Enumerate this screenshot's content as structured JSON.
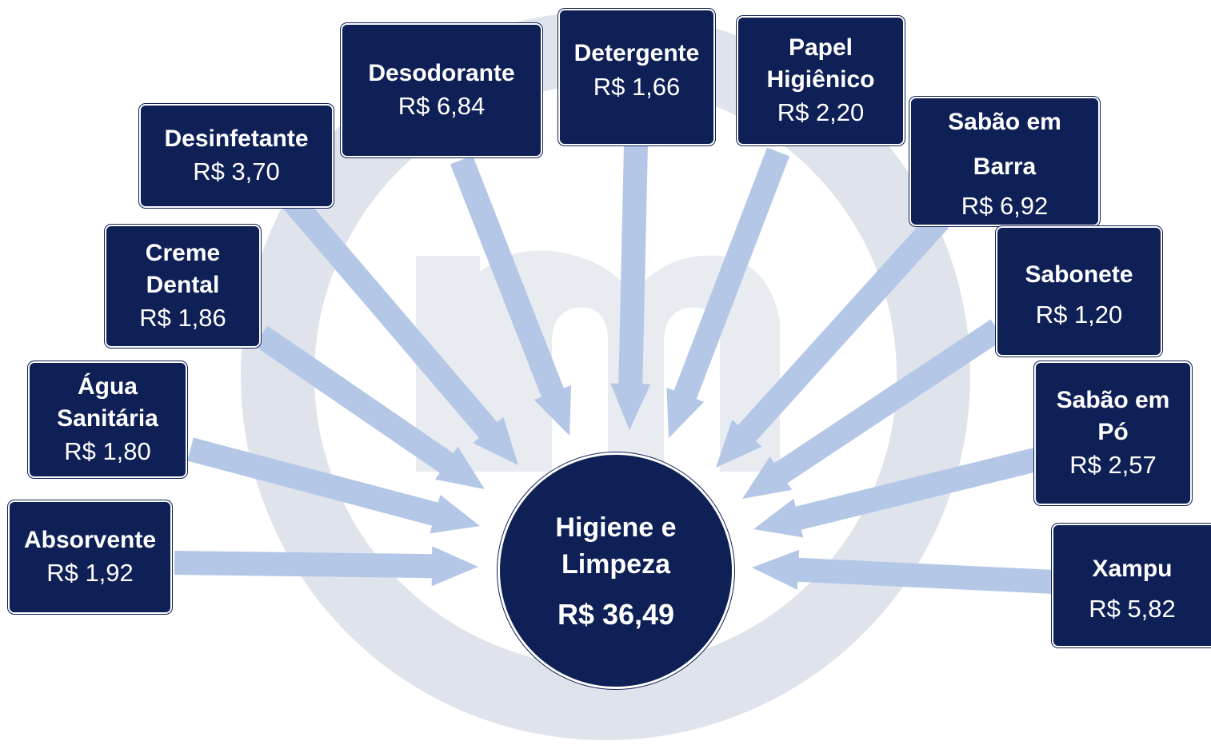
{
  "colors": {
    "box_fill": "#0f2057",
    "arrow_fill": "#b4c7e7",
    "watermark": "#e3e6ec"
  },
  "watermark": {
    "icon": "logo-m-watermark"
  },
  "center": {
    "title_line1": "Higiene e",
    "title_line2": "Limpeza",
    "total": "R$ 36,49"
  },
  "items": [
    {
      "name": "Absorvente",
      "price": "R$ 1,92"
    },
    {
      "name": "Água\nSanitária",
      "price": "R$ 1,80"
    },
    {
      "name": "Creme\nDental",
      "price": "R$ 1,86"
    },
    {
      "name": "Desinfetante",
      "price": "R$ 3,70"
    },
    {
      "name": "Desodorante",
      "price": "R$ 6,84"
    },
    {
      "name": "Detergente",
      "price": "R$ 1,66"
    },
    {
      "name": "Papel\nHigiênico",
      "price": "R$ 2,20"
    },
    {
      "name": "Sabão em\nBarra",
      "price": "R$ 6,92"
    },
    {
      "name": "Sabonete",
      "price": "R$ 1,20"
    },
    {
      "name": "Sabão em\nPó",
      "price": "R$ 2,57"
    },
    {
      "name": "Xampu",
      "price": "R$ 5,82"
    }
  ]
}
